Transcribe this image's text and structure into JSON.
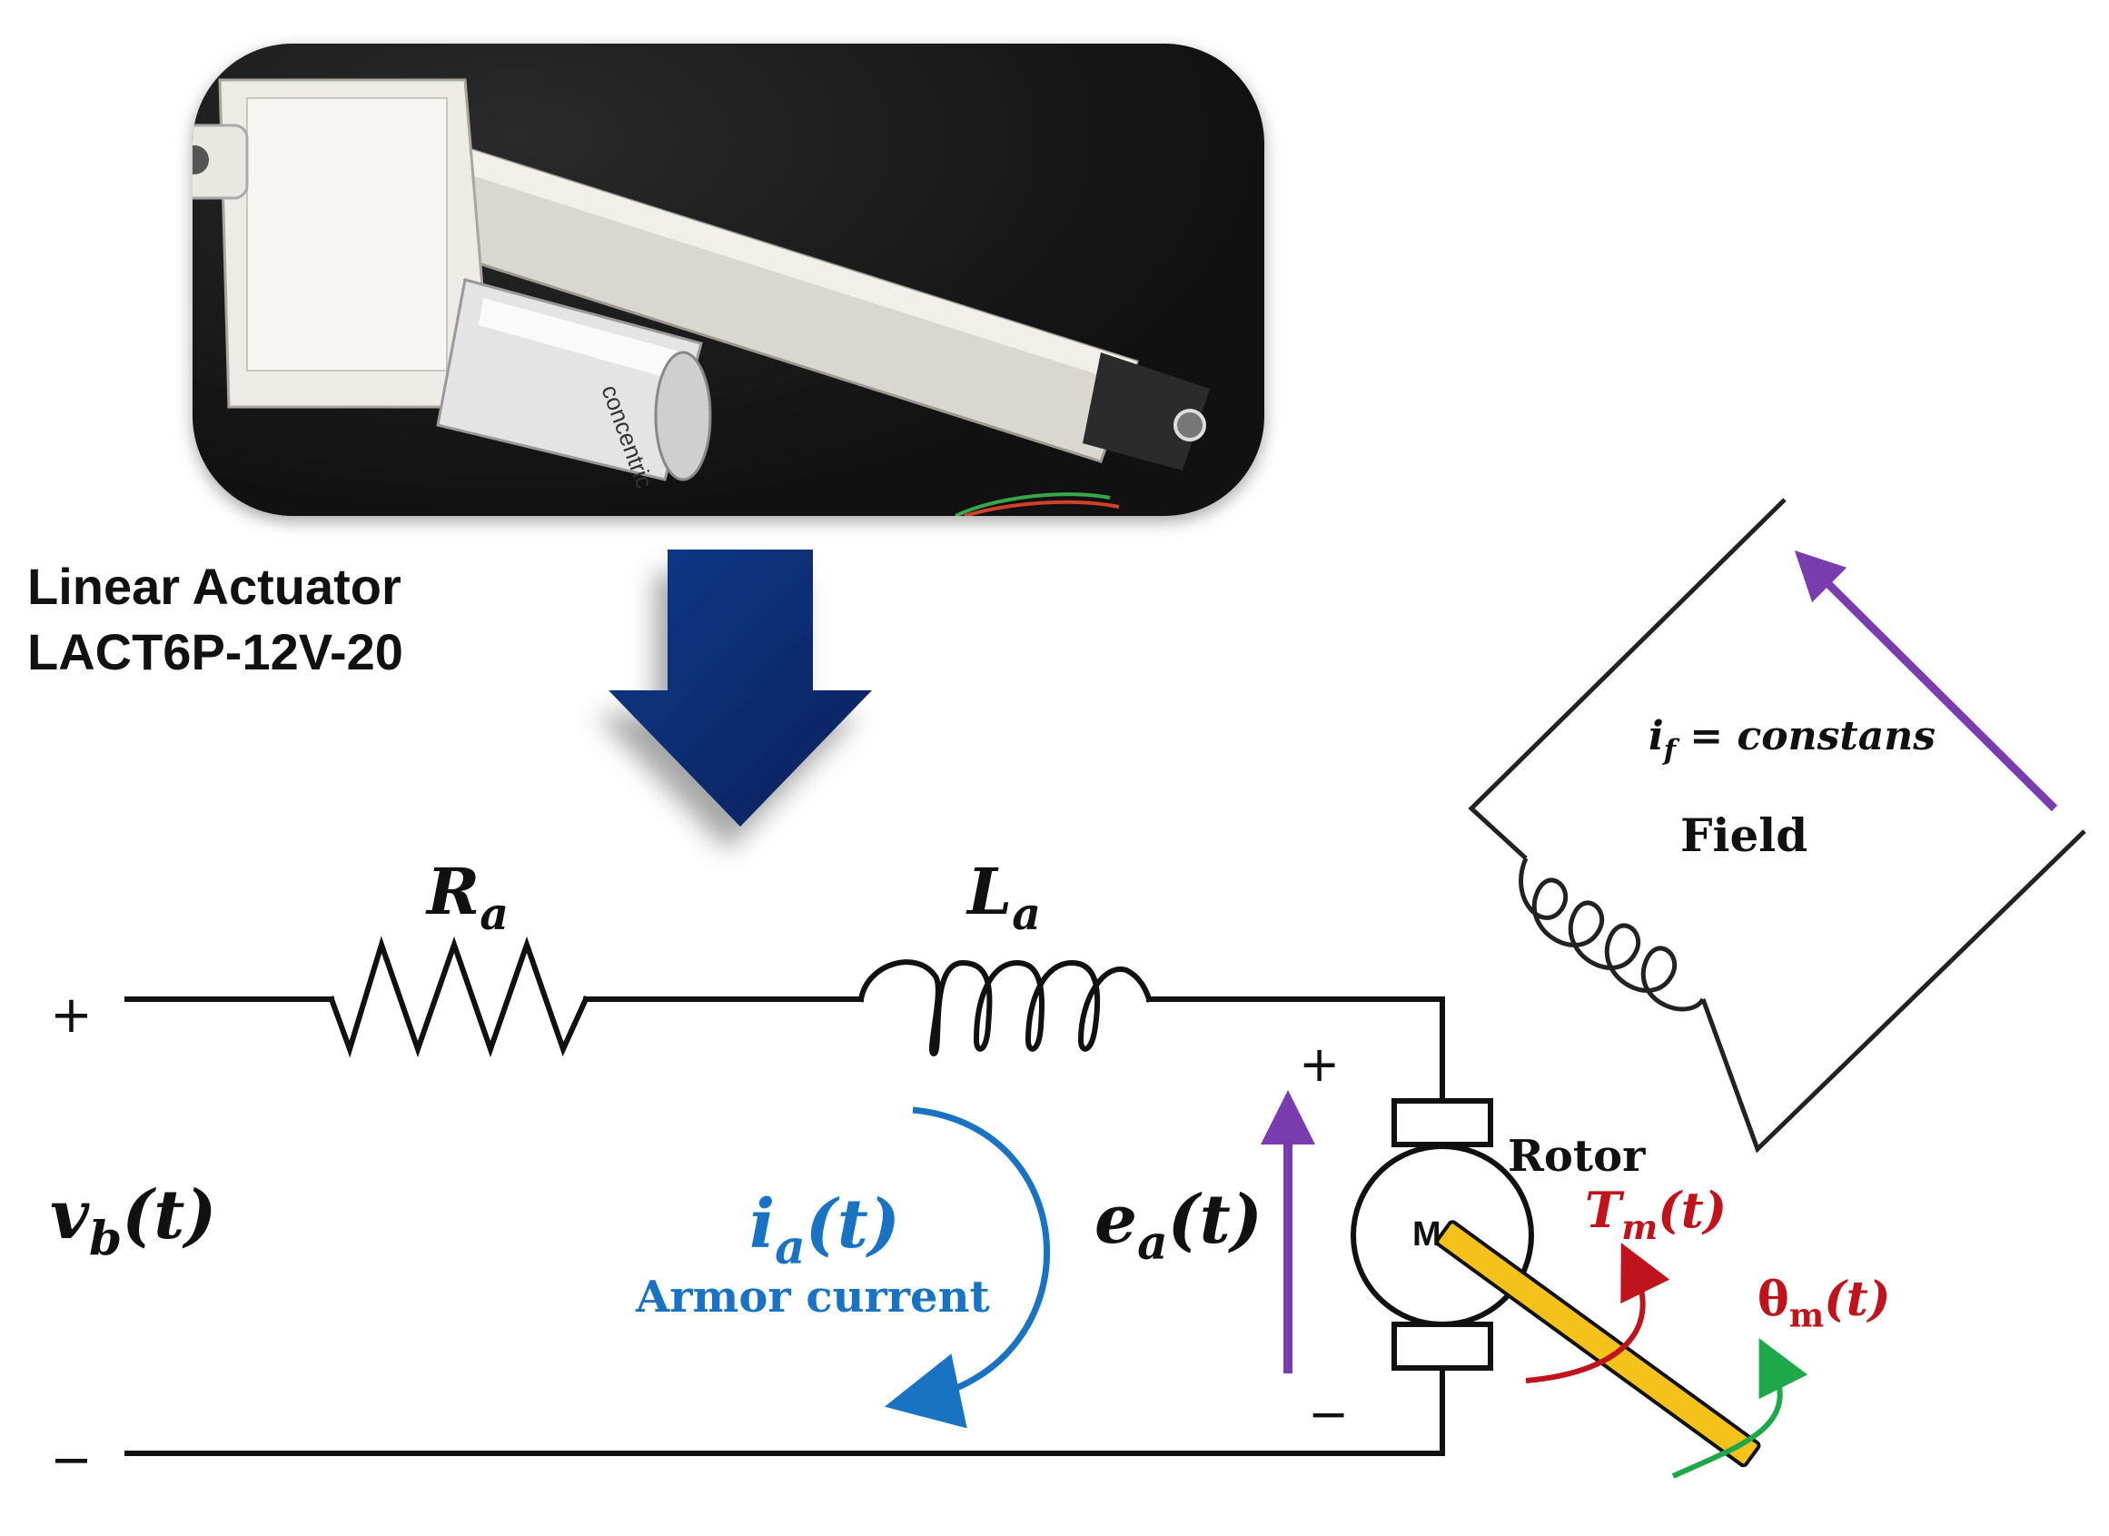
{
  "caption": {
    "line1": "Linear Actuator",
    "line2": "LACT6P-12V-20"
  },
  "photo": {
    "label_brand": "concentric"
  },
  "circuit": {
    "resistor": {
      "sym": "R",
      "sub": "a"
    },
    "inductor": {
      "sym": "L",
      "sub": "a"
    },
    "source": {
      "sym": "v",
      "sub": "b",
      "arg": "(t)",
      "plus": "+",
      "minus": "−"
    },
    "current": {
      "sym": "i",
      "sub": "a",
      "arg": "(t)",
      "caption": "Armor current"
    },
    "emf": {
      "sym": "e",
      "sub": "a",
      "arg": "(t)",
      "plus": "+",
      "minus": "−"
    },
    "motor": {
      "letter": "M",
      "rotor": "Rotor"
    },
    "torque": {
      "sym": "T",
      "sub": "m",
      "arg": "(t)"
    },
    "angle": {
      "sym": "θ",
      "sub": "m",
      "arg": "(t)"
    },
    "field": {
      "label": "Field",
      "sym": "i",
      "sub": "f",
      "eq": " = constans"
    }
  },
  "colors": {
    "wire": "#111111",
    "big_arrow": "#0b2a66",
    "current_arrow": "#1a73c2",
    "emf_arrow": "#7a3db0",
    "torque_arrow": "#c0141c",
    "theta_arrow": "#1fa84a",
    "shaft": "#f5c21b"
  }
}
